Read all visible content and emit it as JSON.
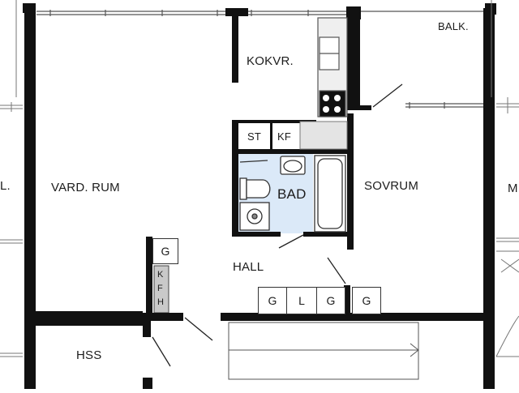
{
  "rooms": {
    "balcony": "BALK.",
    "kitchen": "KOKVR.",
    "living_room": "VARD. RUM",
    "bedroom": "SOVRUM",
    "bathroom": "BAD",
    "hall": "HALL",
    "storage": "HSS",
    "neighbor_left": "L.",
    "neighbor_right": "M"
  },
  "fixtures": {
    "st": "ST",
    "kf": "KF",
    "wardrobe_left": "G",
    "kfh": [
      "K",
      "F",
      "H"
    ],
    "hall_wardrobes": [
      "G",
      "L",
      "G",
      "G"
    ]
  },
  "colors": {
    "wall": "#111111",
    "bathroom_fill": "#dbe9f8",
    "gray_fixture": "#c9c9c9"
  }
}
